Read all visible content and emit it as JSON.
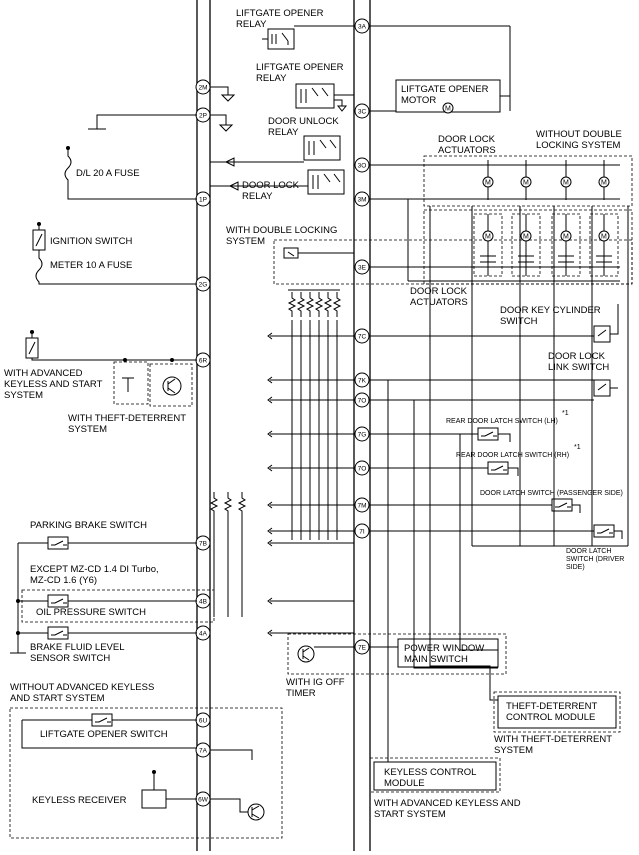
{
  "labels": {
    "liftgate_opener_relay_top": "LIFTGATE OPENER\nRELAY",
    "liftgate_opener_relay_2": "LIFTGATE OPENER\nRELAY",
    "liftgate_opener_motor": "LIFTGATE OPENER\nMOTOR",
    "door_unlock_relay": "DOOR UNLOCK\nRELAY",
    "door_lock_relay": "DOOR LOCK\nRELAY",
    "door_lock_actuators_top": "DOOR LOCK\nACTUATORS",
    "without_double_locking": "WITHOUT DOUBLE\nLOCKING SYSTEM",
    "dl_fuse": "D/L 20 A FUSE",
    "ignition_switch": "IGNITION SWITCH",
    "meter_fuse": "METER 10 A FUSE",
    "with_double_locking": "WITH DOUBLE LOCKING\nSYSTEM",
    "door_lock_actuators_mid": "DOOR LOCK\nACTUATORS",
    "door_key_cylinder_switch": "DOOR KEY CYLINDER\nSWITCH",
    "with_advanced_keyless": "WITH ADVANCED\nKEYLESS AND START\nSYSTEM",
    "door_lock_link_switch": "DOOR LOCK\nLINK SWITCH",
    "with_theft_deterrent": "WITH THEFT-DETERRENT\nSYSTEM",
    "rear_door_latch_lh": "REAR DOOR LATCH SWITCH (LH)",
    "rear_door_latch_rh": "REAR DOOR LATCH SWITCH (RH)",
    "note_star1": "*1",
    "door_latch_passenger": "DOOR LATCH SWITCH (PASSENGER SIDE)",
    "parking_brake_switch": "PARKING BRAKE SWITCH",
    "door_latch_driver": "DOOR LATCH\nSWITCH (DRIVER\nSIDE)",
    "except_mzcd": "EXCEPT MZ-CD 1.4 DI Turbo,\nMZ-CD 1.6 (Y6)",
    "oil_pressure_switch": "OIL PRESSURE SWITCH",
    "brake_fluid_level": "BRAKE FLUID LEVEL\nSENSOR SWITCH",
    "power_window_main_switch": "POWER WINDOW\nMAIN SWITCH",
    "with_ig_off_timer": "WITH IG OFF\nTIMER",
    "without_advanced_keyless": "WITHOUT ADVANCED KEYLESS\nAND START SYSTEM",
    "theft_deterrent_module": "THEFT-DETERRENT\nCONTROL MODULE",
    "with_theft_deterrent_bottom": "WITH THEFT-DETERRENT\nSYSTEM",
    "liftgate_opener_switch": "LIFTGATE OPENER SWITCH",
    "keyless_control_module": "KEYLESS CONTROL\nMODULE",
    "keyless_receiver": "KEYLESS RECEIVER",
    "with_advanced_keyless_bottom": "WITH ADVANCED KEYLESS AND\nSTART SYSTEM"
  },
  "pins": {
    "p3A": "3A",
    "p2M": "2M",
    "p2P": "2P",
    "p3C": "3C",
    "p3O": "3O",
    "p1P": "1P",
    "p3M": "3M",
    "p3E": "3E",
    "p2G": "2G",
    "p7C": "7C",
    "p6R": "6R",
    "p7K": "7K",
    "p7O_a": "7O",
    "p7G": "7G",
    "p7O_b": "7O",
    "p7M": "7M",
    "p7I": "7I",
    "p7B": "7B",
    "p4B": "4B",
    "p4A": "4A",
    "p7E": "7E",
    "p6U": "6U",
    "p7A": "7A",
    "p6W": "6W"
  }
}
